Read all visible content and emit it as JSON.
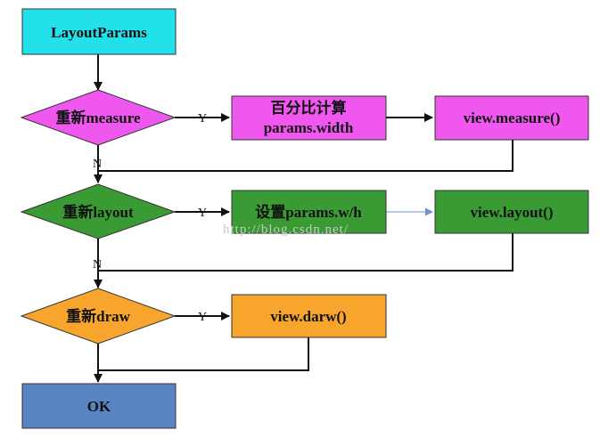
{
  "nodes": {
    "layout_params": {
      "label": "LayoutParams",
      "color": "#22e1ea"
    },
    "remeasure": {
      "label": "重新measure",
      "color": "#ef57ef"
    },
    "percent_calc": {
      "line1": "百分比计算",
      "line2": "params.width",
      "color": "#ef57ef"
    },
    "view_measure": {
      "label": "view.measure()",
      "color": "#ef57ef"
    },
    "relayout": {
      "label": "重新layout",
      "color": "#3a9b35"
    },
    "set_params": {
      "label": "设置params.w/h",
      "color": "#3a9b35"
    },
    "view_layout": {
      "label": "view.layout()",
      "color": "#3a9b35"
    },
    "redraw": {
      "label": "重新draw",
      "color": "#f7a52d"
    },
    "view_draw": {
      "label": "view.darw()",
      "color": "#f7a52d"
    },
    "ok": {
      "label": "OK",
      "color": "#5a83c4"
    }
  },
  "edges": {
    "y1": "Y",
    "n1": "N",
    "y2": "Y",
    "n2": "N",
    "y3": "Y"
  },
  "watermark": "http://blog.csdn.net/",
  "colors": {
    "line": "#111111",
    "thin_arrow": "#6f93c9"
  }
}
